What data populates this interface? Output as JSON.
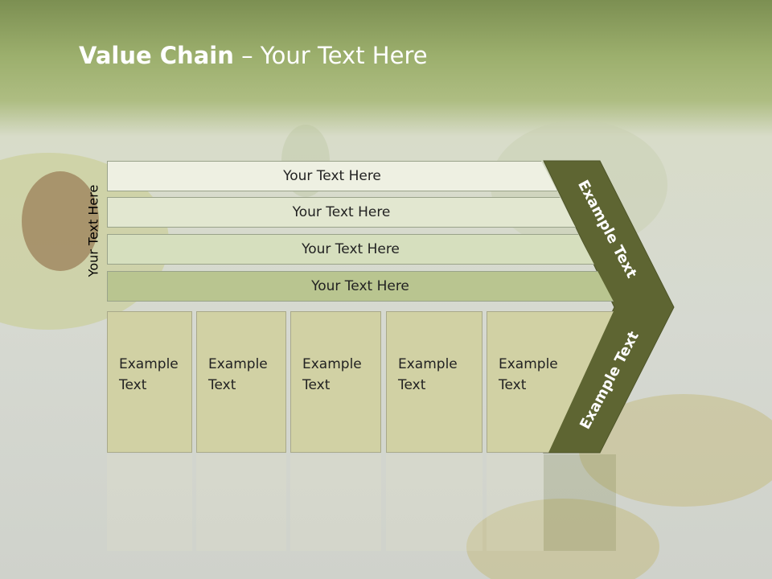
{
  "title": {
    "bold": "Value Chain",
    "rest": " – Your Text Here"
  },
  "side_label": "Your Text Here",
  "rows": [
    {
      "label": "Your Text Here"
    },
    {
      "label": "Your Text Here"
    },
    {
      "label": "Your Text Here"
    },
    {
      "label": "Your Text Here"
    }
  ],
  "columns": [
    {
      "line1": "Example",
      "line2": "Text"
    },
    {
      "line1": "Example",
      "line2": "Text"
    },
    {
      "line1": "Example",
      "line2": "Text"
    },
    {
      "line1": "Example",
      "line2": "Text"
    },
    {
      "line1": "Example",
      "line2": "Text"
    }
  ],
  "chevron_top_label": "Example Text",
  "chevron_bottom_label": "Example Text",
  "colors": {
    "header": "#8fa35f",
    "row_light": "#e9ecdc",
    "row_dark": "#b8c48e",
    "column_fill": "#d1d1a4",
    "chevron": "#5e6532",
    "title_text": "#ffffff"
  }
}
